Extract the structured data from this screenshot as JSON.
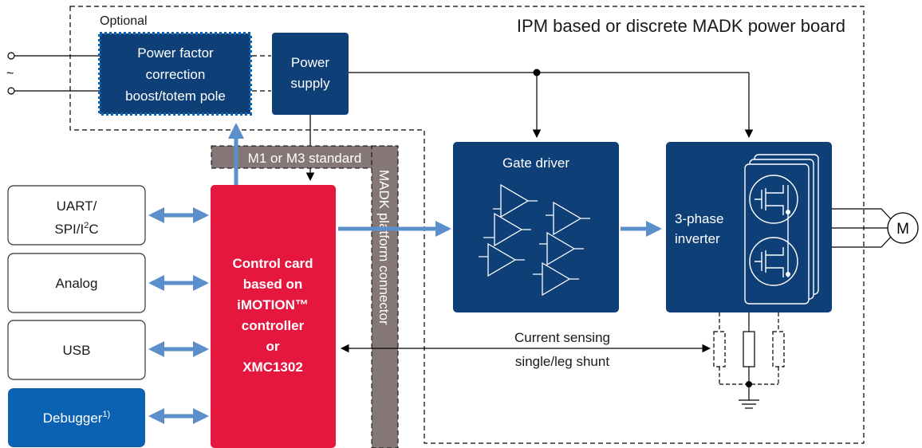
{
  "board_title": "IPM based or discrete MADK power board",
  "optional_label": "Optional",
  "ac_tilde": "~",
  "pfc": {
    "line1": "Power factor",
    "line2": "correction",
    "line3": "boost/totem pole"
  },
  "power_supply": {
    "line1": "Power",
    "line2": "supply"
  },
  "connector_standard": "M1 or M3 standard",
  "platform_connector": "MADK platform connector",
  "interfaces": {
    "uart_line1": "UART/",
    "uart_line2": "SPI/I",
    "uart_sup": "2",
    "uart_tail": "C",
    "analog": "Analog",
    "usb": "USB",
    "debugger": "Debugger",
    "debugger_sup": "1)"
  },
  "control_card": {
    "line1": "Control card",
    "line2": "based on",
    "line3": "iMOTION™",
    "line4": "controller",
    "line5": "or",
    "line6": "XMC1302"
  },
  "gate_driver": "Gate driver",
  "inverter": {
    "line1": "3-phase",
    "line2": "inverter"
  },
  "current_sensing": {
    "line1": "Current sensing",
    "line2": "single/leg shunt"
  },
  "motor": "M",
  "colors": {
    "dark_blue": "#0e3f77",
    "light_blue": "#0b62b3",
    "red": "#e5173f",
    "gray_connector": "#867777",
    "arrow_blue": "#5b8fcb"
  }
}
